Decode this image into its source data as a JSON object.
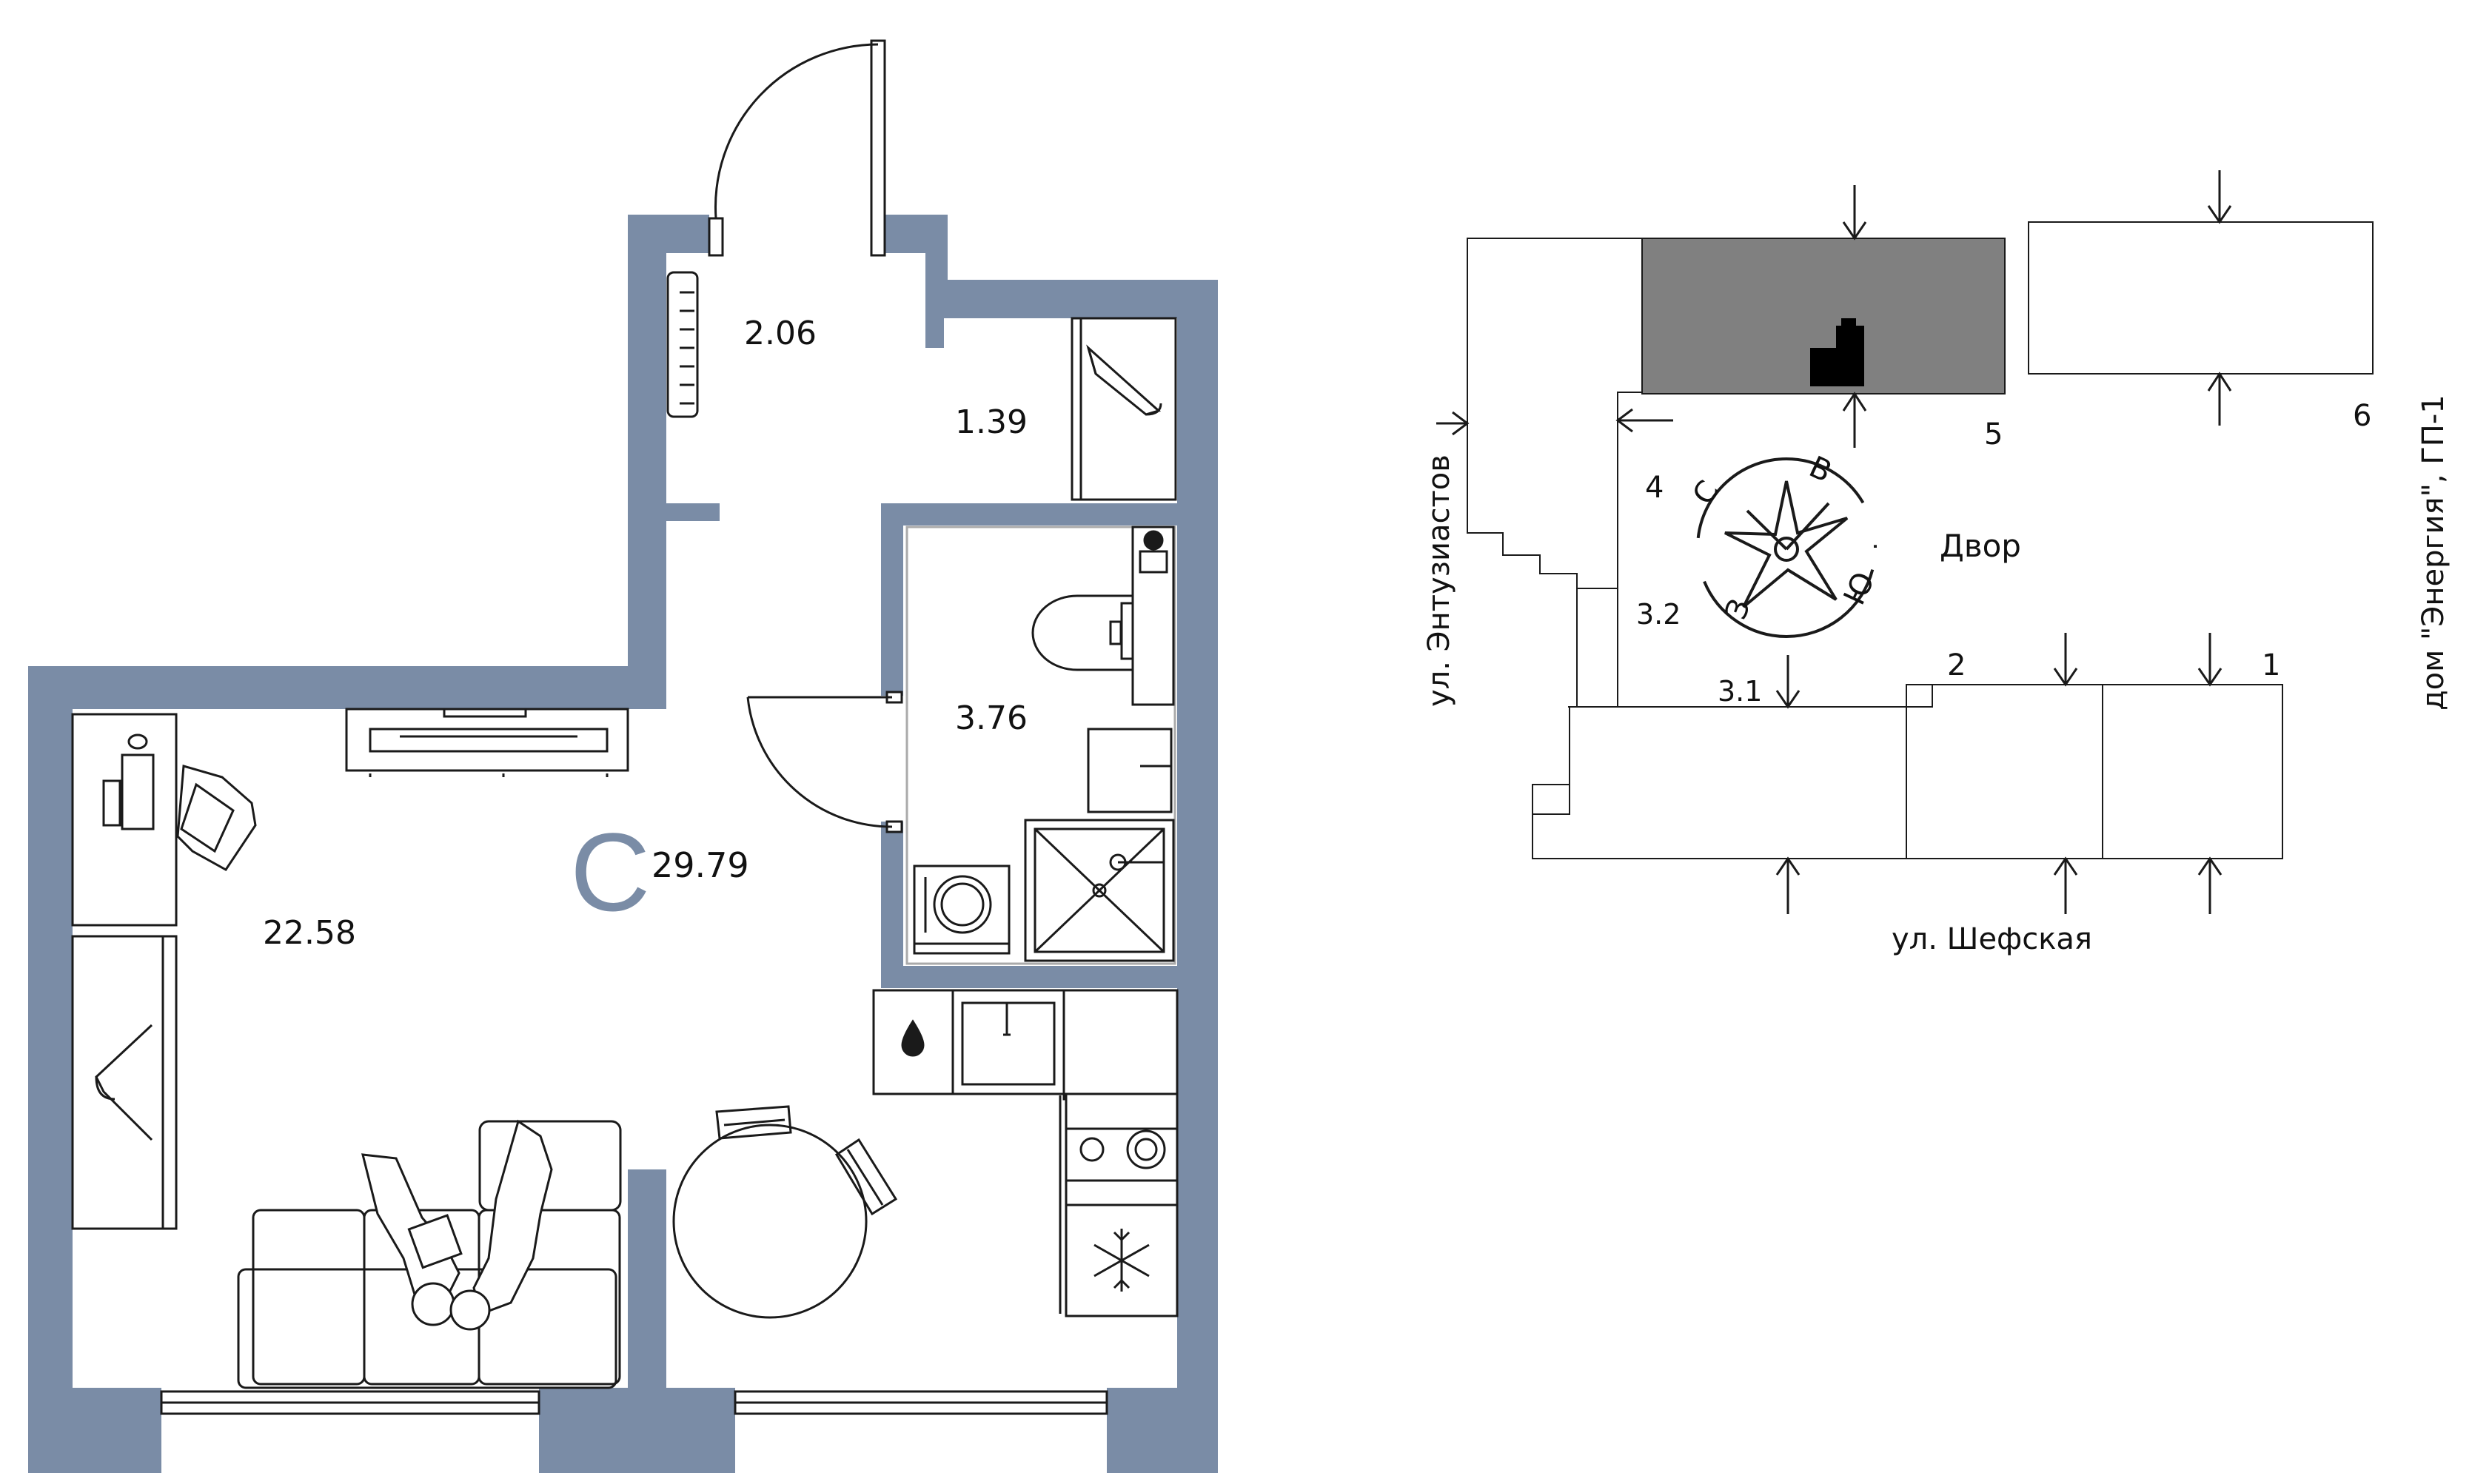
{
  "colors": {
    "wall": "#7a8ca6",
    "line": "#1a1a1a",
    "building_fill": "#808080",
    "text": "#111111"
  },
  "plan": {
    "type_letter": "С",
    "total_area": "29.79",
    "rooms": {
      "hall": "2.06",
      "closet": "1.39",
      "bath": "3.76",
      "living": "22.58"
    },
    "icons": [
      "radiator-icon",
      "hanger-icon",
      "toilet-icon",
      "sink-icon",
      "shower-icon",
      "washing-machine-icon",
      "tv-unit-icon",
      "desk-icon",
      "armchair-icon",
      "wardrobe-icon",
      "sofa-icon",
      "people-icon",
      "round-table-icon",
      "chair-icon",
      "kitchen-sink-icon",
      "water-drop-icon",
      "stove-icon",
      "fridge-snowflake-icon"
    ]
  },
  "site": {
    "street_left": "ул. Энтузиастов",
    "street_bottom": "ул. Шефская",
    "neighbor_right": "дом \"Энергия\", ГП-1",
    "courtyard": "Двор",
    "compass": {
      "n": "С",
      "e": "В",
      "s": "Ю",
      "w": "З"
    },
    "sections": [
      "1",
      "2",
      "3.1",
      "3.2",
      "4",
      "5",
      "6"
    ]
  }
}
